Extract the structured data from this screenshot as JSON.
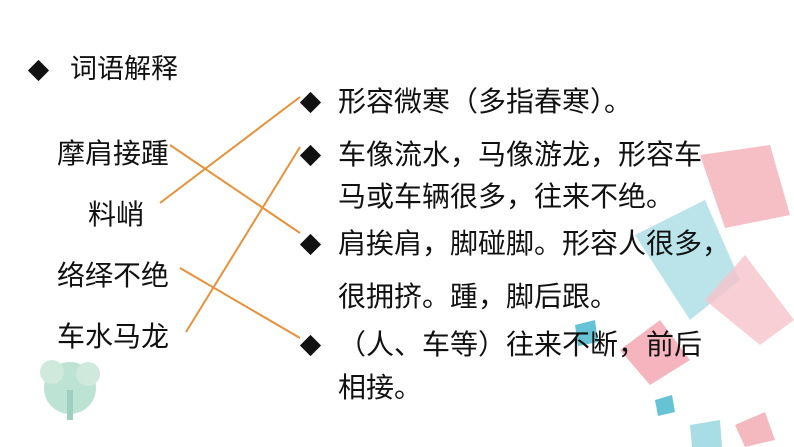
{
  "section_title": "词语解释",
  "terms": [
    "摩肩接踵",
    "料峭",
    "络绎不绝",
    "车水马龙"
  ],
  "definitions": [
    {
      "lines": [
        "形容微寒（多指春寒）。"
      ]
    },
    {
      "lines": [
        "车像流水，马像游龙，形容车",
        "马或车辆很多，往来不绝。"
      ]
    },
    {
      "lines": [
        "肩挨肩，脚碰脚。形容人很多，",
        "很拥挤。踵，脚后跟。"
      ]
    },
    {
      "lines": [
        "（人、车等）往来不断，前后",
        "相接。"
      ]
    }
  ],
  "colors": {
    "link_line": "#e8913a",
    "deco_pink": "#f4b8bf",
    "deco_teal": "#a9dde5",
    "deco_blue": "#66c3d6",
    "tree": "#bde3d4"
  },
  "icons": {
    "bullet": "diamond-icon",
    "tree": "tree-icon"
  }
}
